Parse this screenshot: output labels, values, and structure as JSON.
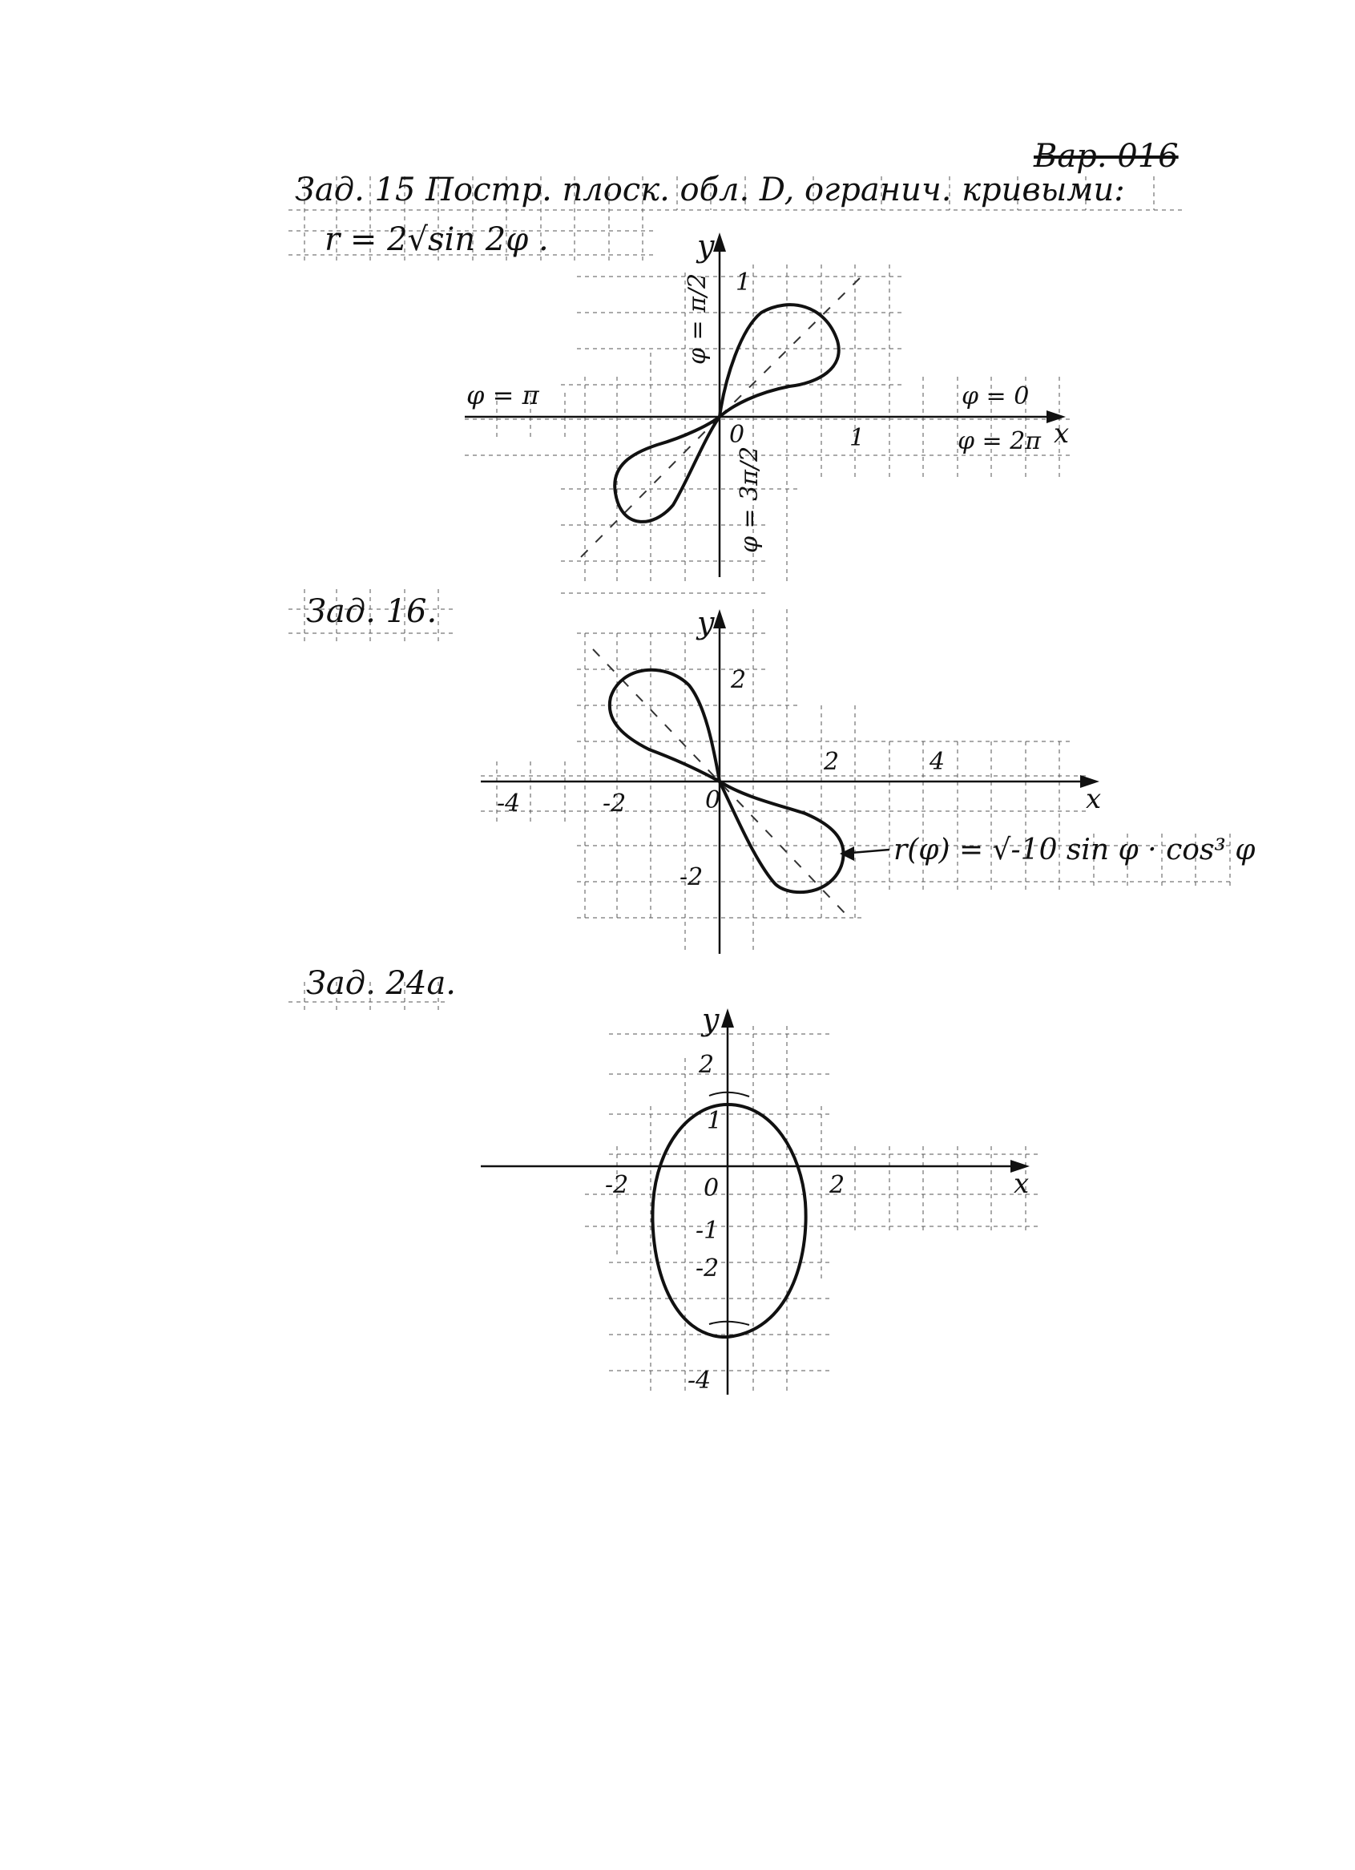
{
  "header": {
    "variant": "Вар. 016",
    "task15_title": "Зад. 15  Постр. плоск. обл. D, огранич. кривыми:",
    "task15_formula": "r = 2√sin 2φ ."
  },
  "plot1": {
    "y_label": "y",
    "x_label": "x",
    "origin_label": "0",
    "tick_x": "1",
    "tick_y": "1",
    "phi_pi_half": "φ = π/2",
    "phi_pi": "φ = π",
    "phi_zero": "φ = 0",
    "phi_two_pi": "φ = 2π",
    "phi_three_pi_half": "φ = 3π/2"
  },
  "task16": {
    "title": "Зад. 16.",
    "y_label": "y",
    "x_label": "x",
    "origin_label": "0",
    "tick_x_neg4": "-4",
    "tick_x_neg2": "-2",
    "tick_x_2": "2",
    "tick_x_4": "4",
    "tick_y_2": "2",
    "tick_y_neg2": "-2",
    "formula": "r(φ) = √-10 sin φ · cos³ φ"
  },
  "task24": {
    "title": "Зад. 24а.",
    "y_label": "y",
    "x_label": "x",
    "origin_label": "0",
    "tick_x_neg2": "-2",
    "tick_x_2": "2",
    "tick_y_2": "2",
    "tick_y_1": "1",
    "tick_y_neg1": "-1",
    "tick_y_neg2": "-2",
    "tick_y_neg4": "-4"
  },
  "colors": {
    "ink": "#111111",
    "paper": "#ffffff",
    "grid": "#555555"
  }
}
